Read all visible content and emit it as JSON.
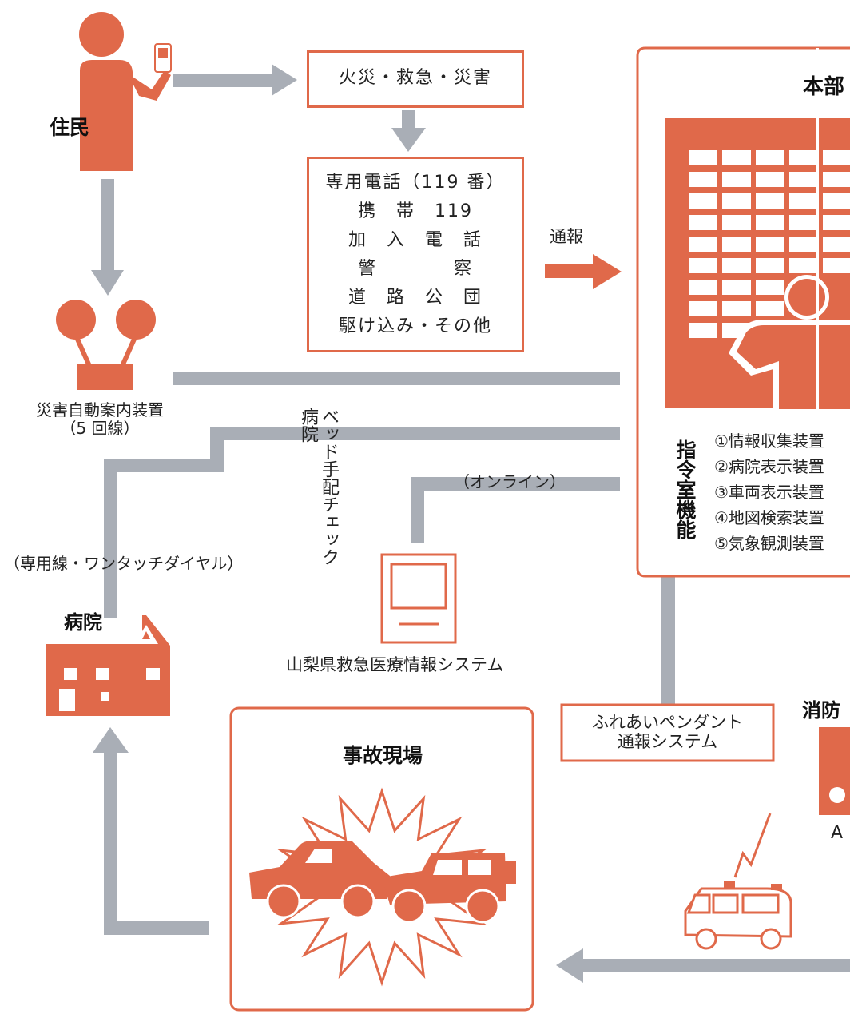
{
  "colors": {
    "accent": "#e0694a",
    "flow": "#a9aeb6",
    "text": "#222222"
  },
  "resident": {
    "label": "住民",
    "icon": "resident-with-phone-icon"
  },
  "emergency_types": "火災・救急・災害",
  "call_lines": [
    "専用電話（119 番）",
    "携　帯　119",
    "加　入　電　話",
    "警　　　　察",
    "道　路　公　団",
    "駆け込み・その他"
  ],
  "report_label": "通報",
  "hq": {
    "title": "本部",
    "function_label": "指令室機能",
    "functions": [
      "①情報収集装置",
      "②病院表示装置",
      "③車両表示装置",
      "④地図検索装置",
      "⑤気象観測装置"
    ]
  },
  "auto_guidance": {
    "line1": "災害自動案内装置",
    "line2": "（5 回線）"
  },
  "bed_check": [
    "病院",
    "ベッド手配",
    "チェック"
  ],
  "online_label": "（オンライン）",
  "dedicated_line_label": "（専用線・ワンタッチダイヤル）",
  "hospital_label": "病院",
  "ems_system_label": "山梨県救急医療情報システム",
  "pendant": {
    "line1": "ふれあいペンダント",
    "line2": "通報システム"
  },
  "fire_station_label": "消防",
  "ambulance_label": "A",
  "accident_label": "事故現場"
}
